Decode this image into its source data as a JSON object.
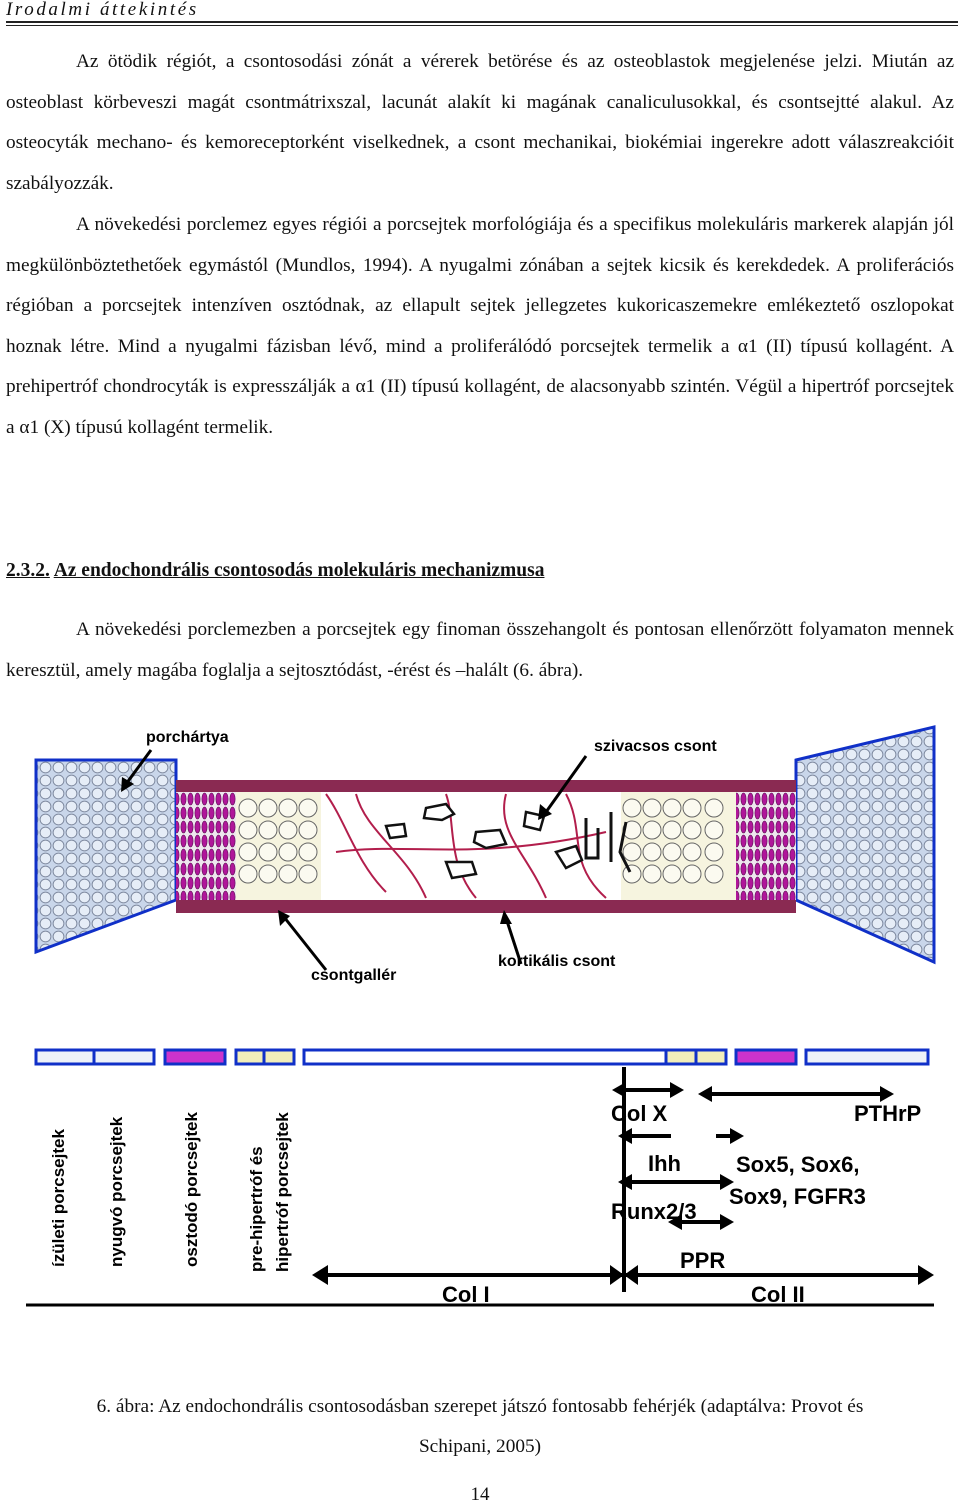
{
  "header": {
    "title": "Irodalmi áttekintés"
  },
  "para1": "Az ötödik régiót, a csontosodási zónát a vérerek betörése és az osteoblastok megjelenése jelzi. Miután az osteoblast körbeveszi magát csontmátrixszal, lacunát alakít ki magának canaliculusokkal, és csontsejtté alakul. Az osteocyták mechano- és kemoreceptorként viselkednek, a csont mechanikai, biokémiai ingerekre adott válaszreakcióit szabályozzák.",
  "para2": "A növekedési porclemez egyes régiói a porcsejtek morfológiája és a specifikus molekuláris markerek alapján jól megkülönböztethetőek egymástól (Mundlos, 1994). A nyugalmi zónában a sejtek kicsik és kerekdedek. A proliferációs régióban a porcsejtek intenzíven osztódnak, az ellapult sejtek jellegzetes kukoricaszemekre emlékeztető oszlopokat hoznak létre. Mind a nyugalmi fázisban lévő, mind a proliferálódó porcsejtek termelik a α1 (II) típusú kollagént. A prehipertróf chondrocyták is expresszálják a α1 (II) típusú kollagént, de alacsonyabb szintén. Végül a hipertróf porcsejtek a α1 (X) típusú kollagént termelik.",
  "section": {
    "number": "2.3.2.",
    "title": "Az endochondrális csontosodás molekuláris mechanizmusa"
  },
  "para3": "A növekedési porclemezben a porcsejtek egy finoman összehangolt és pontosan ellenőrzött folyamaton mennek keresztül, amely magába foglalja a sejtosztódást, -érést és –halált (6. ábra).",
  "figure": {
    "bone_labels": {
      "perichondrium": "porchártya",
      "spongy_bone": "szivacsos csont",
      "bone_collar": "csontgallér",
      "cortical_bone": "kortikális csont"
    },
    "zones": [
      {
        "label": "ízületi porcsejtek",
        "color": "#eef2f8"
      },
      {
        "label": "nyugvó porcsejtek",
        "color": "#eef2f8"
      },
      {
        "label": "osztodó porcsejtek",
        "color": "#cc33cc"
      },
      {
        "label": "pre-hipertróf és",
        "label2": "hipertróf porcsejtek",
        "color": "#f2eeba"
      }
    ],
    "markers": {
      "colx": "Col X",
      "ihh": "Ihh",
      "runx": "Runx2/3",
      "ppr": "PPR",
      "pthrp": "PTHrP",
      "sox_line1": "Sox5, Sox6,",
      "sox_line2": "Sox9, FGFR3",
      "col1": "Col I",
      "col2": "Col II"
    },
    "colors": {
      "outline": "#1030c8",
      "perichondrium": "#8a2a52",
      "bone_fill": "#c7d5ea",
      "proliferative": "#b0169a"
    }
  },
  "caption": {
    "line1": "6. ábra: Az endochondrális csontosodásban szerepet játszó fontosabb fehérjék (adaptálva: Provot és",
    "line2": "Schipani, 2005)"
  },
  "page_number": "14"
}
